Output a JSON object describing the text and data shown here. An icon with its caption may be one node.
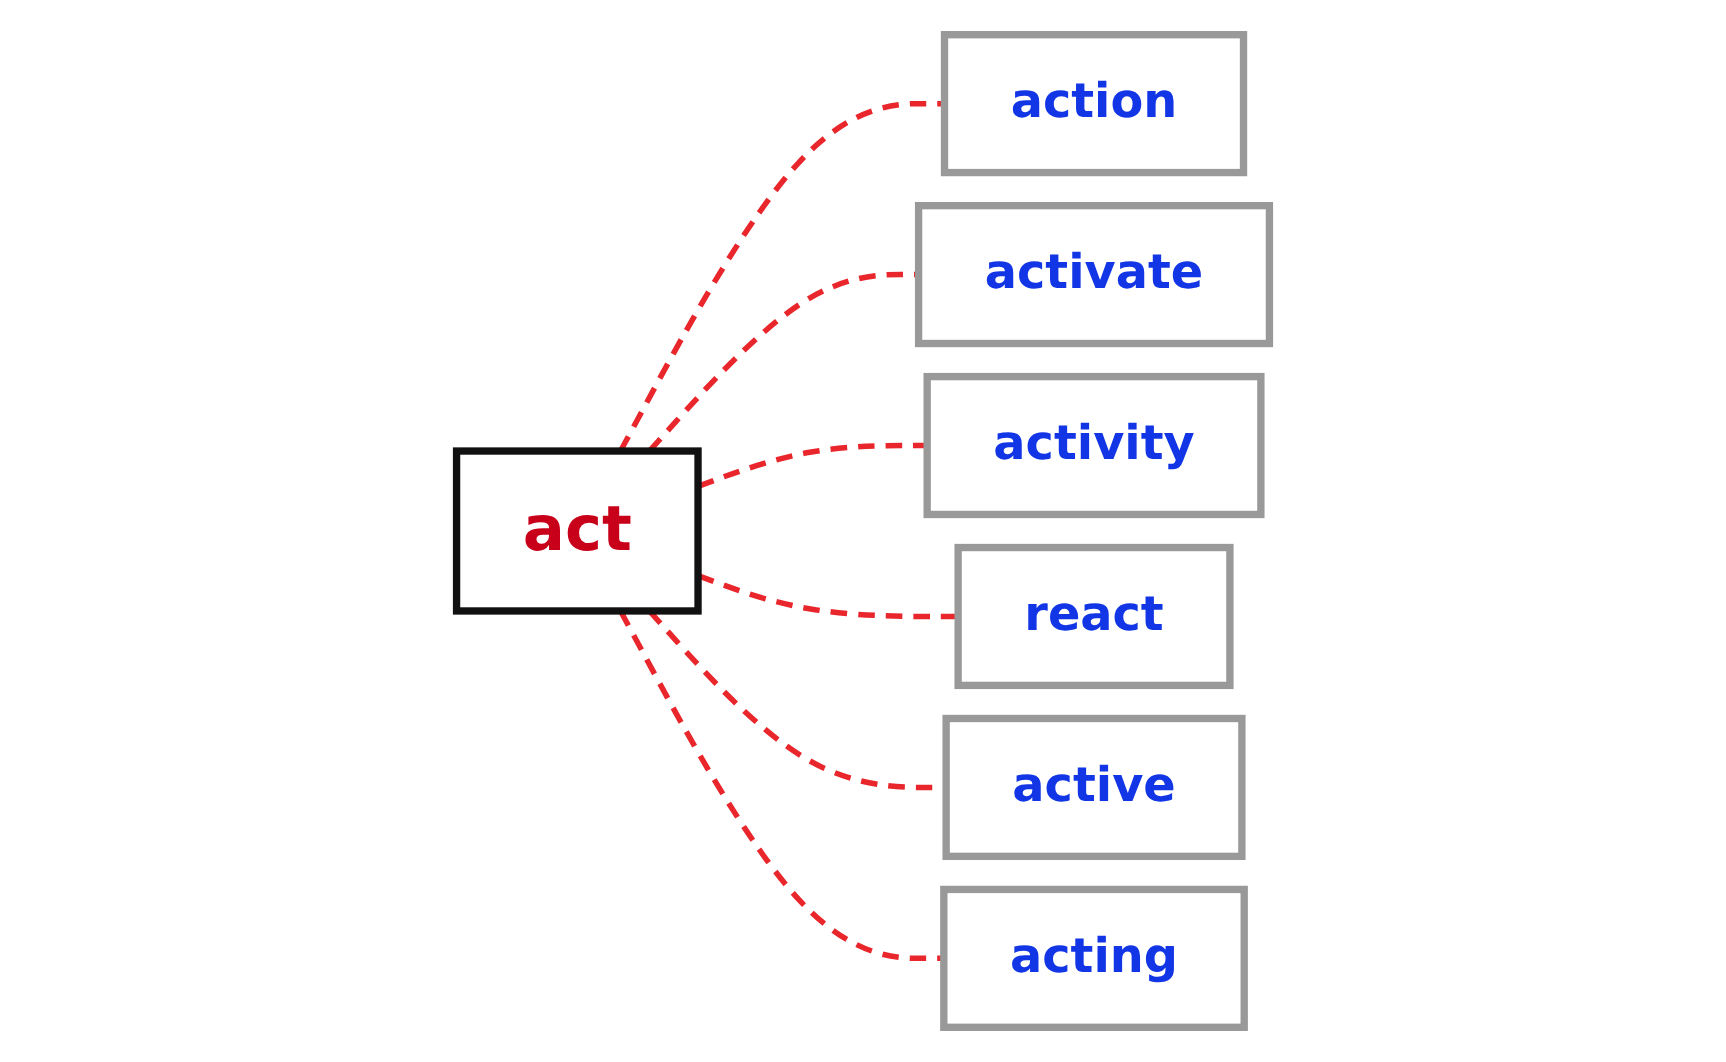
{
  "diagram": {
    "nodes": [
      {
        "text": [
          "action"
        ]
      },
      {
        "text": [
          "activate"
        ]
      },
      {
        "text": [
          "activity"
        ]
      },
      {
        "text": [
          "act"
        ]
      },
      {
        "text": [
          "react"
        ]
      },
      {
        "text": [
          "active"
        ]
      },
      {
        "text": [
          "acting"
        ]
      }
    ],
    "edges": [
      {
        "from": 3,
        "to": 0,
        "arrow": "none",
        "style": "dashed"
      },
      {
        "from": 3,
        "to": 1,
        "arrow": "none",
        "style": "dashed"
      },
      {
        "from": 3,
        "to": 2,
        "arrow": "none",
        "style": "dashed"
      },
      {
        "from": 3,
        "to": 4,
        "arrow": "none",
        "style": "dashed"
      },
      {
        "from": 3,
        "to": 5,
        "arrow": "none",
        "style": "dashed"
      },
      {
        "from": 3,
        "to": 6,
        "arrow": "none",
        "style": "dashed"
      }
    ]
  }
}
